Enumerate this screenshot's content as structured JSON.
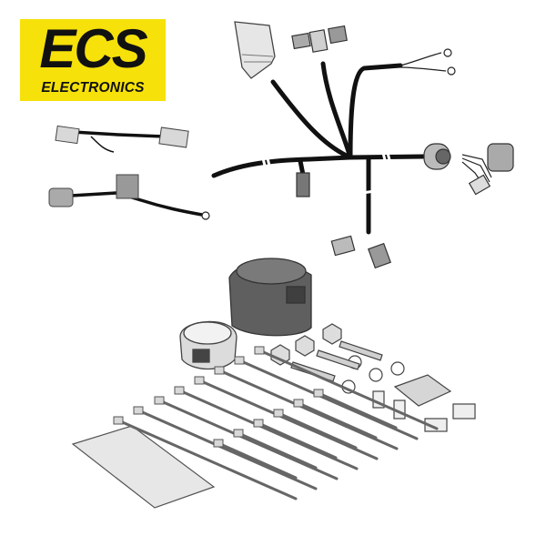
{
  "brand": {
    "mark": "ECS",
    "sub": "ELECTRONICS",
    "color": "#f6e10a",
    "ink": "#111111"
  },
  "product": {
    "icons": [
      "wiring-harness",
      "control-module",
      "socket-13-pin",
      "rubber-seal",
      "screws",
      "nuts",
      "washers",
      "cable-ties",
      "fuses",
      "adhesive-pads",
      "foam-strip"
    ]
  },
  "palette": {
    "wire": "#111111",
    "connector": "#b9b9b9",
    "connector_dark": "#555555",
    "socket": "#666666",
    "ties": "#d4d4d4"
  }
}
